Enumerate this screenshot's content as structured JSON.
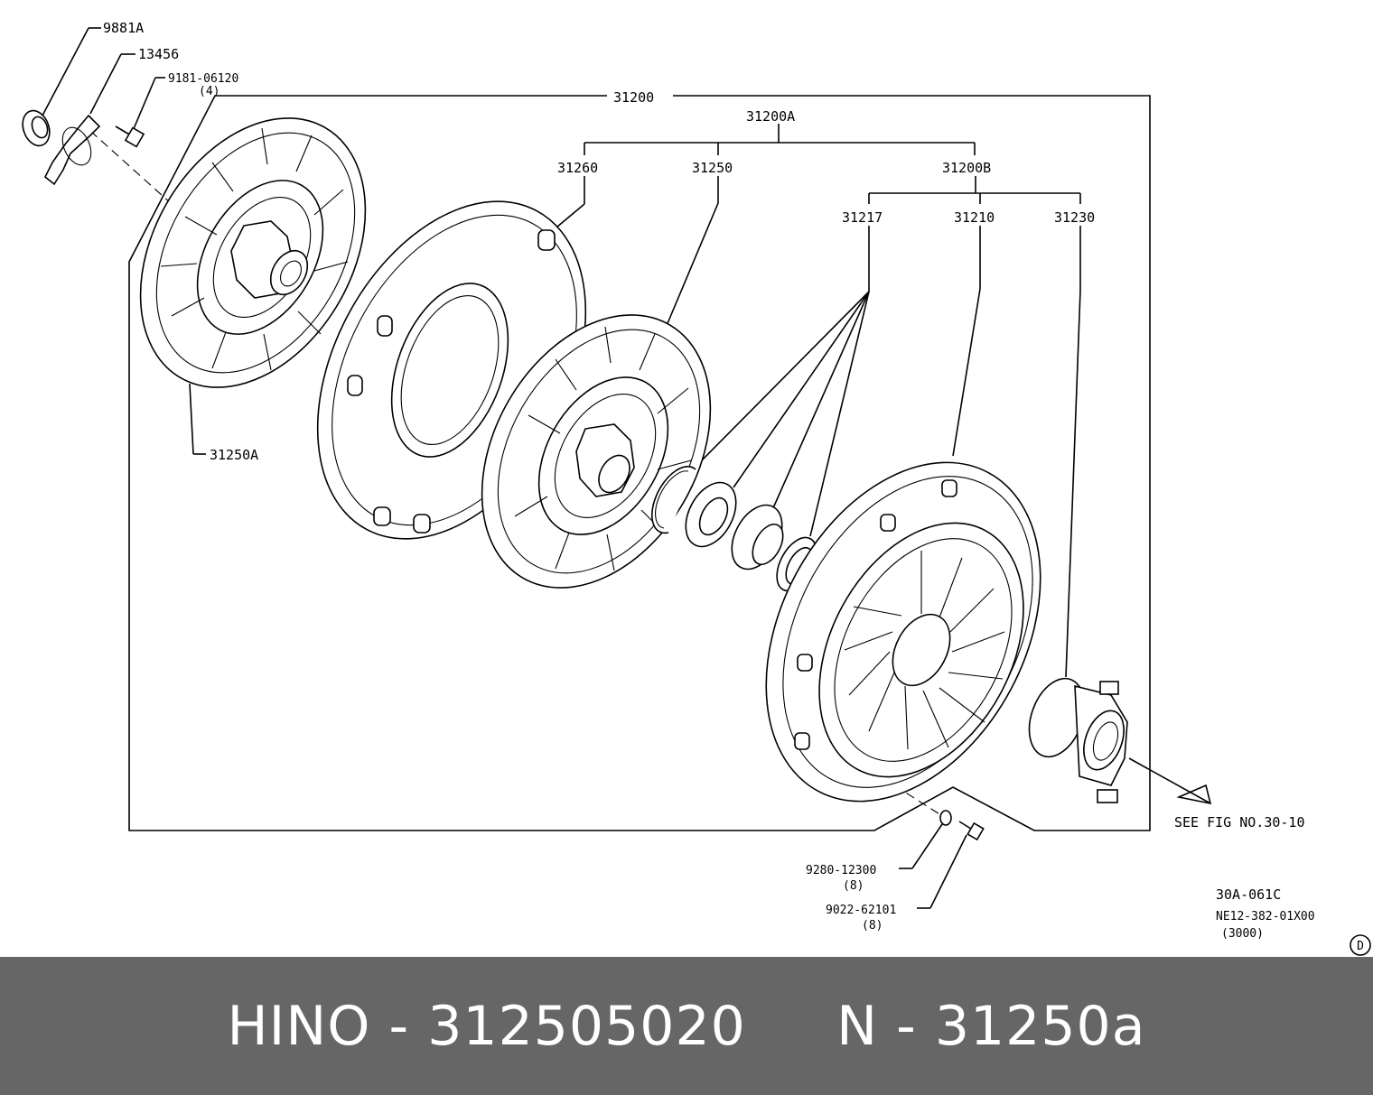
{
  "diagram": {
    "labels": {
      "p9881a": "9881A",
      "p13456": "13456",
      "p9181": "9181-06120",
      "p9181_qty": "(4)",
      "p31200": "31200",
      "p31200a": "31200A",
      "p31260": "31260",
      "p31250": "31250",
      "p31200b": "31200B",
      "p31217": "31217",
      "p31210": "31210",
      "p31230": "31230",
      "p31250a": "31250A",
      "see_fig": "SEE FIG NO.30-10",
      "p9280": "9280-12300",
      "p9280_qty": "(8)",
      "p9022": "9022-62101",
      "p9022_qty": "(8)",
      "ref_code": "30A-061C",
      "ref_model": "NE12-382-01X00",
      "ref_qty": "(3000)",
      "corner_mark": "D"
    }
  },
  "footer": {
    "text": "HINO - 312505020     N - 31250a"
  }
}
